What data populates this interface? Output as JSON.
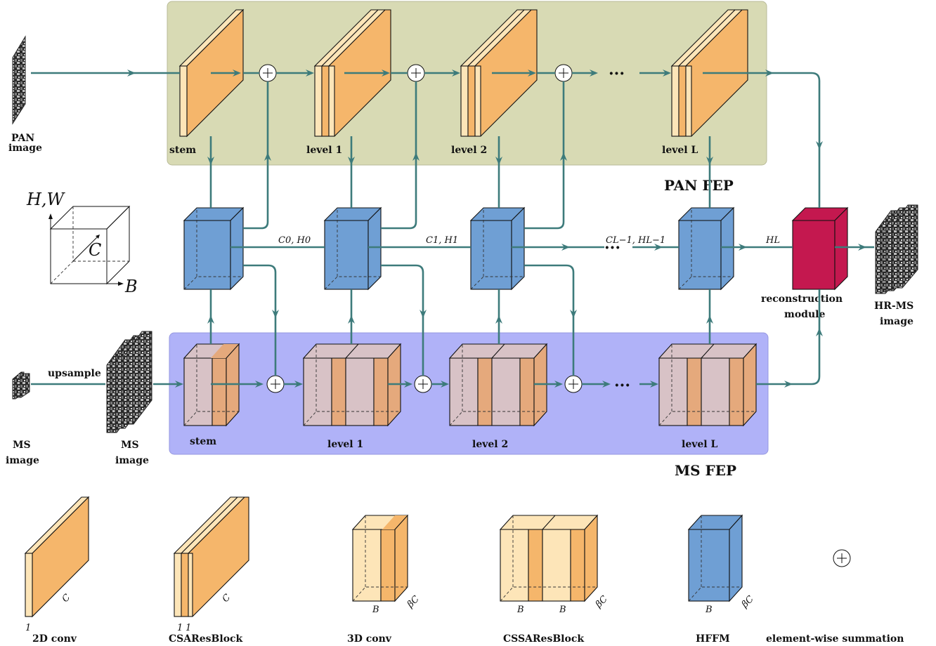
{
  "inputs": {
    "pan_image": [
      "PAN",
      "image"
    ],
    "ms_small_image": [
      "MS",
      "image"
    ],
    "ms_up_image": [
      "MS",
      "image"
    ],
    "upsample": "upsample",
    "output_image": [
      "HR-MS",
      "image"
    ]
  },
  "pan_fep": {
    "title": "PAN FEP",
    "stem": "stem",
    "level1": "level 1",
    "level2": "level 2",
    "levelL": "level L"
  },
  "ms_fep": {
    "title": "MS FEP",
    "stem": "stem",
    "level1": "level 1",
    "level2": "level 2",
    "levelL": "level L"
  },
  "connections": {
    "c0h0": "C0, H0",
    "c1h1": "C1, H1",
    "cl1hl1": "CL−1, HL−1",
    "hl": "HL",
    "ellipsis": "···"
  },
  "reconstruction": [
    "reconstruction",
    "module"
  ],
  "axes": {
    "hw": "H,W",
    "c": "C",
    "b": "B"
  },
  "legend": {
    "conv2d": "2D conv",
    "csaresblock": "CSAResBlock",
    "conv3d": "3D conv",
    "cssaresblock": "CSSAResBlock",
    "hffm": "HFFM",
    "sum": "element-wise summation",
    "c_label": "C",
    "b_label": "B",
    "beta_c": "βC",
    "one": "1"
  },
  "colors": {
    "pan_bg": "#d8dab4",
    "ms_bg": "#b0b2f8",
    "orange": "#f5b66b",
    "light_orange": "#fde5b8",
    "blue": "#6f9fd4",
    "pinkish": "#d8c2c6",
    "crimson": "#c4184f",
    "arrow": "#3d7b7b"
  }
}
